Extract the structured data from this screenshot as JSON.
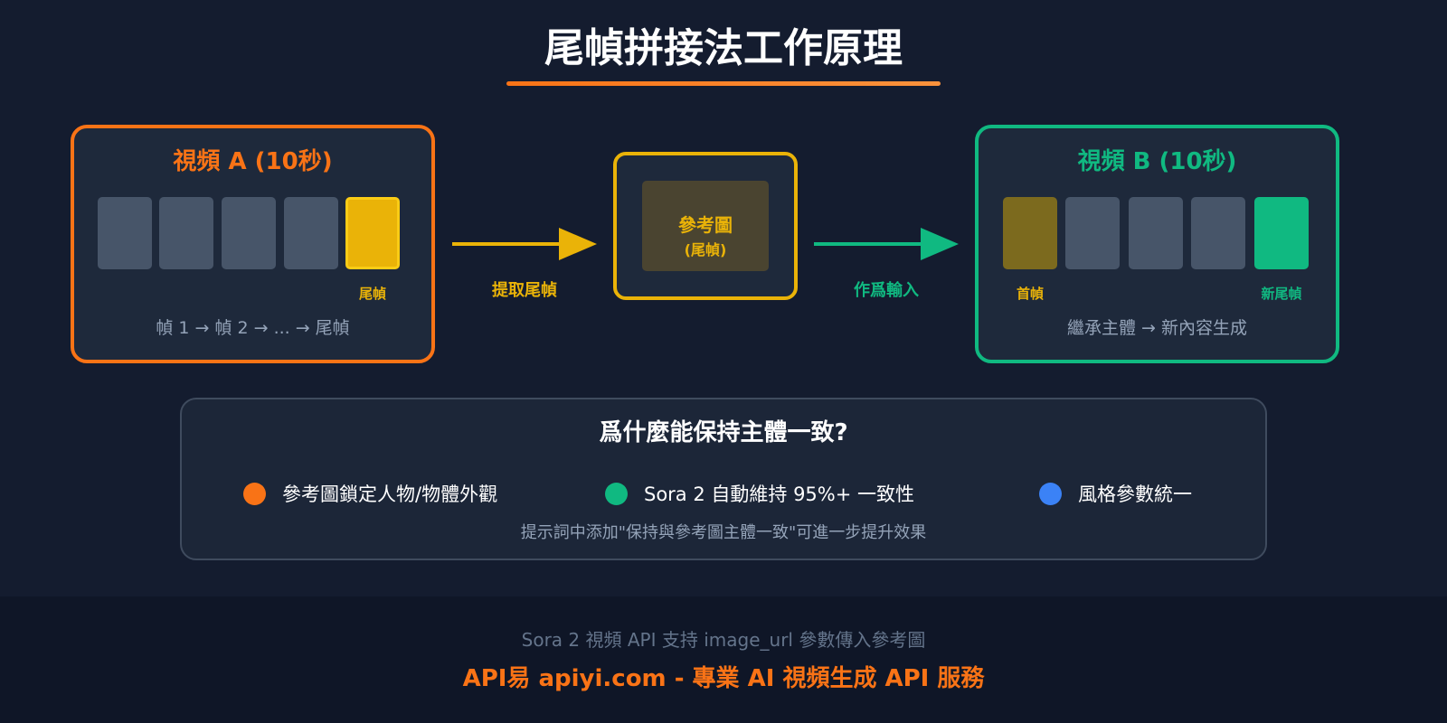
{
  "title": "尾幀拼接法工作原理",
  "colors": {
    "background": "#141c2f",
    "accent_orange": "#f97316",
    "accent_green": "#10b981",
    "accent_yellow": "#eab308",
    "accent_blue": "#3b82f6",
    "frame_gray": "#475569"
  },
  "video_a": {
    "title": "視頻 A (10秒)",
    "last_frame_label": "尾幀",
    "caption": "幀 1 → 幀 2 → ... → 尾幀"
  },
  "arrow_extract": {
    "label": "提取尾幀"
  },
  "reference": {
    "title": "參考圖",
    "subtitle": "(尾幀)"
  },
  "arrow_input": {
    "label": "作爲輸入"
  },
  "video_b": {
    "title": "視頻 B (10秒)",
    "first_frame_label": "首幀",
    "new_last_frame_label": "新尾幀",
    "caption": "繼承主體 → 新內容生成"
  },
  "why": {
    "title": "爲什麼能保持主體一致?",
    "bullets": [
      {
        "text": "參考圖鎖定人物/物體外觀",
        "color": "#f97316"
      },
      {
        "text": "Sora 2 自動維持 95%+ 一致性",
        "color": "#10b981"
      },
      {
        "text": "風格參數統一",
        "color": "#3b82f6"
      }
    ],
    "tip": "提示詞中添加\"保持與參考圖主體一致\"可進一步提升效果"
  },
  "footer": {
    "line1": "Sora 2 視頻 API 支持 image_url 參數傳入參考圖",
    "line2": "API易 apiyi.com - 專業 AI 視頻生成 API 服務"
  }
}
